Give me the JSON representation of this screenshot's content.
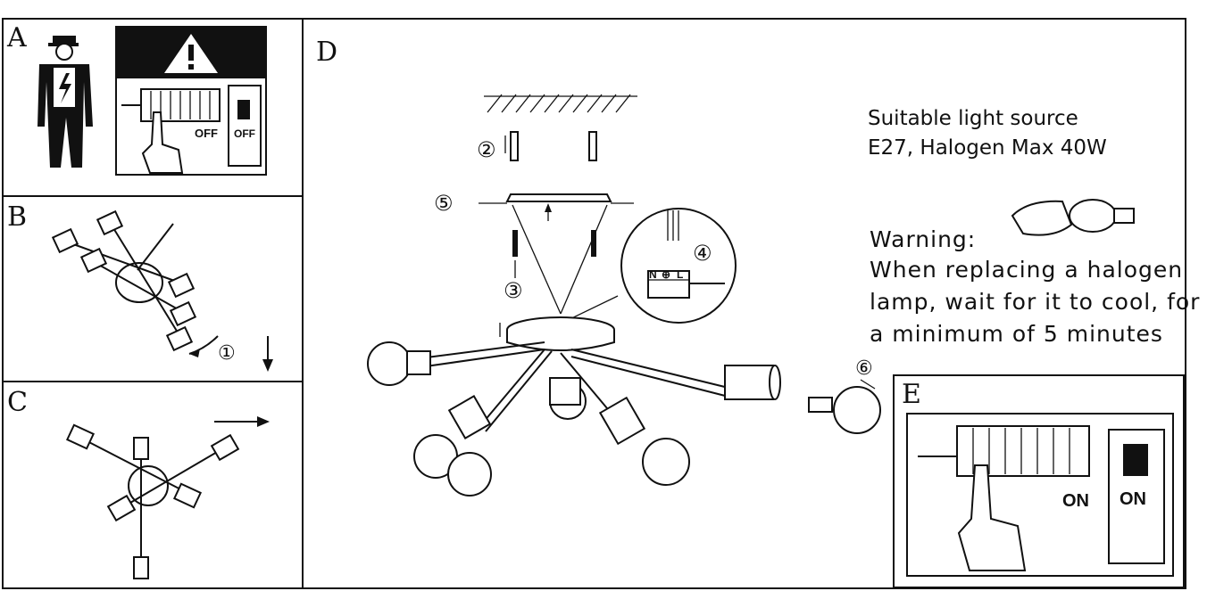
{
  "panels": {
    "a": {
      "letter": "A",
      "switch_left_label": "OFF",
      "switch_right_label": "OFF"
    },
    "b": {
      "letter": "B",
      "step": "①"
    },
    "c": {
      "letter": "C"
    },
    "d": {
      "letter": "D",
      "steps": {
        "s2": "②",
        "s3": "③",
        "s4": "④",
        "s5": "⑤",
        "s6": "⑥"
      },
      "terminal_labels": [
        "N",
        "⊕",
        "L"
      ],
      "light_source_title": "Suitable light source",
      "light_source_spec": "E27, Halogen Max 40W",
      "warning_title": "Warning:",
      "warning_lines": [
        "When replacing a halogen",
        "lamp, wait for it to cool, for",
        "a minimum of 5 minutes"
      ]
    },
    "e": {
      "letter": "E",
      "switch_left_label": "ON",
      "switch_right_label": "ON"
    }
  },
  "icons": [
    "electrician-icon",
    "warning-triangle-icon",
    "hand-pointer-icon",
    "circuit-breaker-icon",
    "light-bulb-icon",
    "screw-icon",
    "down-arrow-icon",
    "right-arrow-icon"
  ]
}
